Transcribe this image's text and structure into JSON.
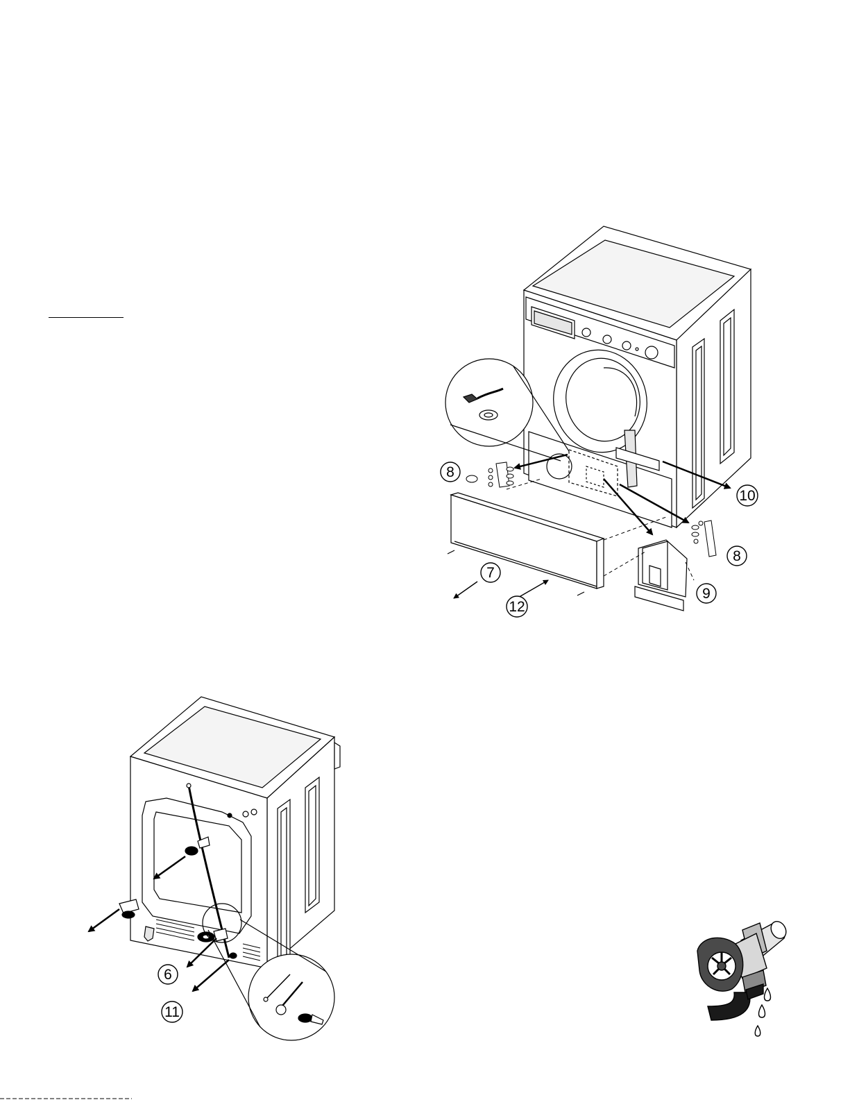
{
  "figures": {
    "front_view": {
      "callouts": {
        "c8a": "8",
        "c10": "10",
        "c8b": "8",
        "c7": "7",
        "c12": "12",
        "c9": "9"
      }
    },
    "rear_view": {
      "callouts": {
        "c6": "6",
        "c11": "11"
      }
    }
  },
  "colors": {
    "line": "#000000",
    "fill_light": "#ffffff",
    "fill_grey": "#e6e6e6",
    "fill_dark": "#3a3a3a"
  },
  "icons": [
    "washer-front-icon",
    "washer-rear-icon",
    "power-plug-icon",
    "water-faucet-icon"
  ]
}
